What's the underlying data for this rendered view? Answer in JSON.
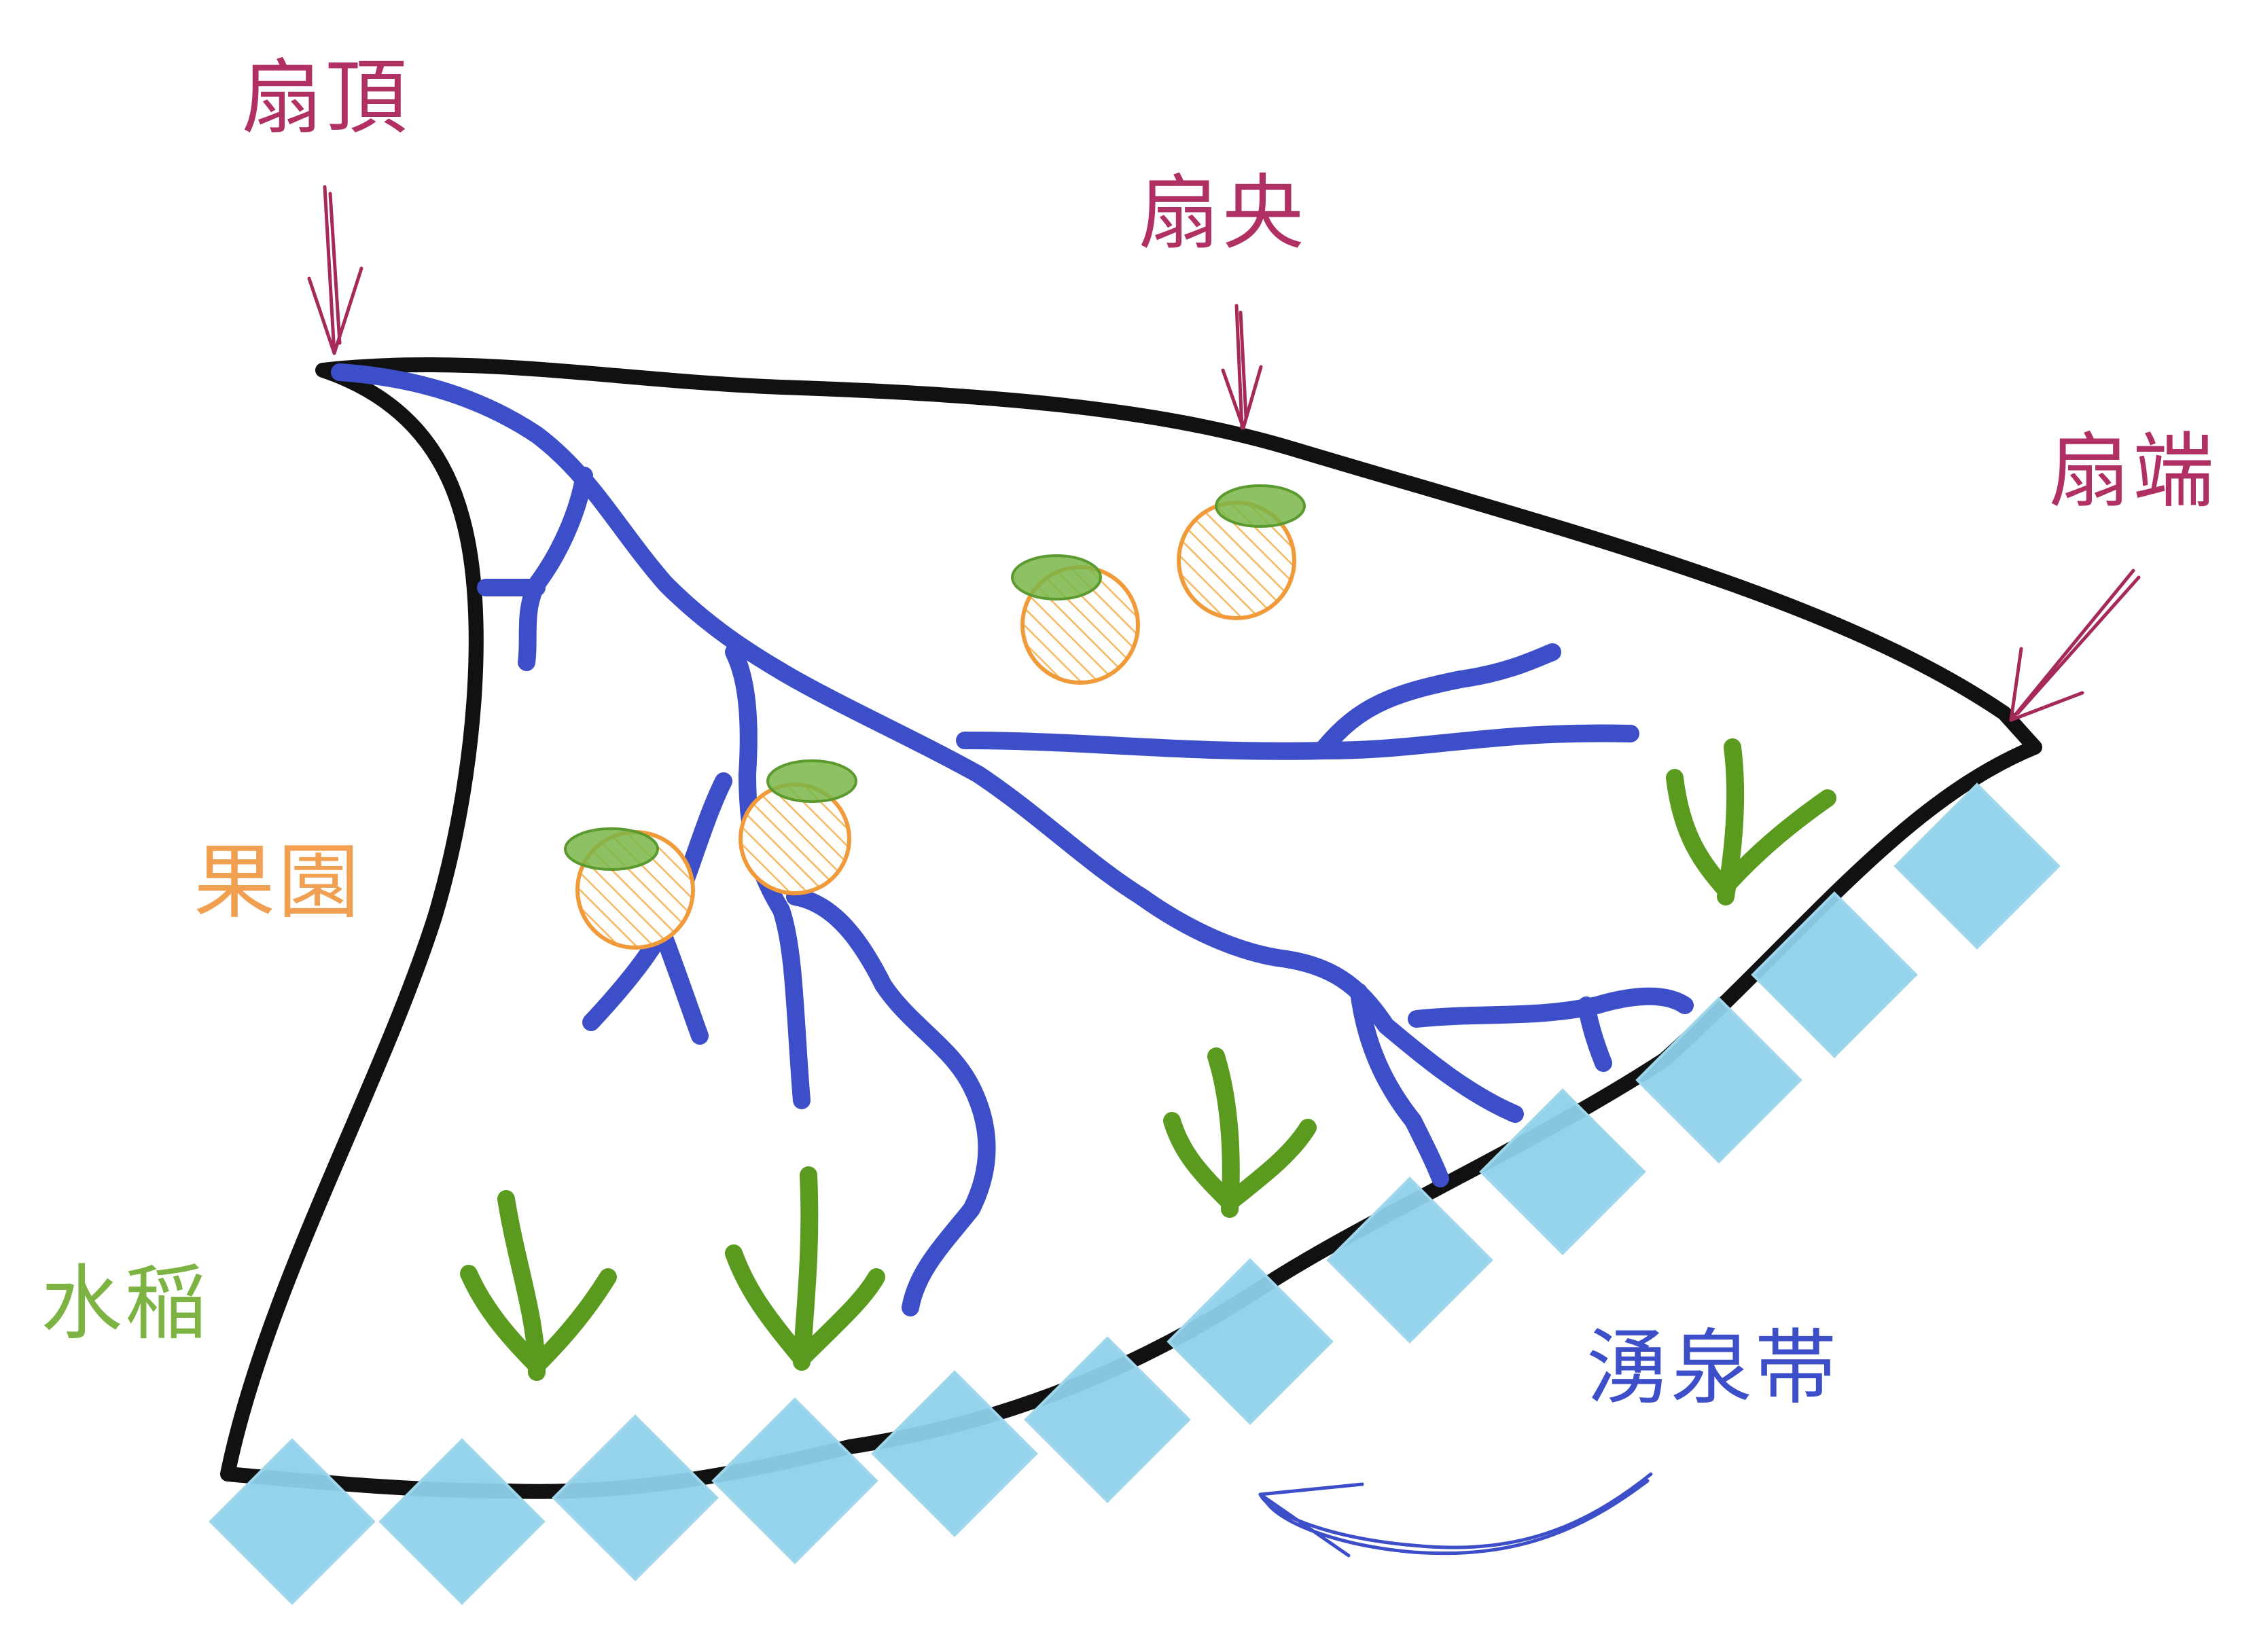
{
  "labels": {
    "fan_apex": "扇頂",
    "fan_middle": "扇央",
    "fan_toe": "扇端",
    "orchard": "果園",
    "rice": "水稲",
    "spring_zone": "湧泉帯"
  },
  "colors": {
    "fan_outline": "#111111",
    "river": "#3c4fc8",
    "arrow": "#a52a5a",
    "label_zone": "#b03063",
    "orchard_label": "#f0a050",
    "orange_fruit": "#f09a3a",
    "leaf": "#7ab648",
    "rice_plant": "#5a9a1e",
    "rice_label": "#7cb342",
    "spring": "#8fd0ea",
    "spring_label": "#3c4fc8"
  },
  "icons": {
    "orchard": "orange-fruit-icon",
    "rice": "rice-plant-icon",
    "spring": "spring-diamond-icon"
  }
}
